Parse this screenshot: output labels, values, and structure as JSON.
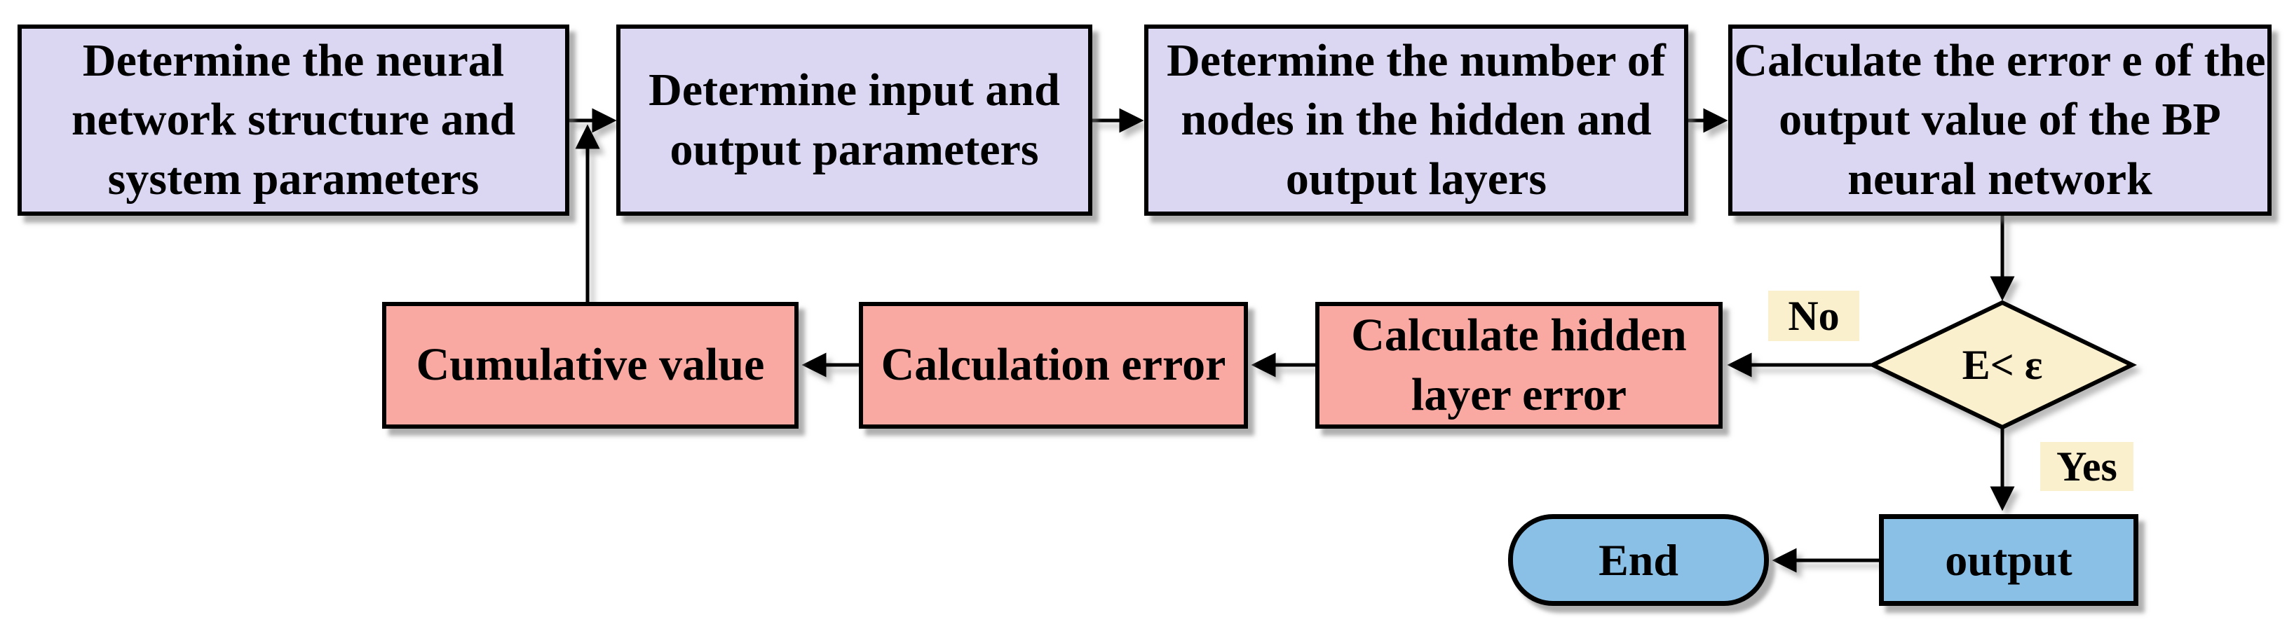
{
  "colors": {
    "background": "#ffffff",
    "process_fill": "#dbd7f3",
    "loop_fill": "#f9a9a2",
    "decision_fill": "#fbf0cd",
    "terminal_fill": "#8ac0e6",
    "branch_label_bg": "#fbf0cd",
    "line": "#000000"
  },
  "nodes": {
    "determine_structure": {
      "label": "Determine the neural\nnetwork structure and\nsystem parameters"
    },
    "determine_io": {
      "label": "Determine input and\noutput parameters"
    },
    "determine_nodes": {
      "label": "Determine the number of\nnodes in the hidden and\noutput layers"
    },
    "calc_output_error": {
      "label": "Calculate the error e of the\noutput value of the BP\nneural network"
    },
    "cumulative_value": {
      "label": "Cumulative value"
    },
    "calculation_error": {
      "label": "Calculation error"
    },
    "hidden_layer_error": {
      "label": "Calculate hidden\nlayer error"
    },
    "decision": {
      "label": "E< ε"
    },
    "output": {
      "label": "output"
    },
    "end": {
      "label": "End"
    }
  },
  "branch_labels": {
    "no": "No",
    "yes": "Yes"
  }
}
